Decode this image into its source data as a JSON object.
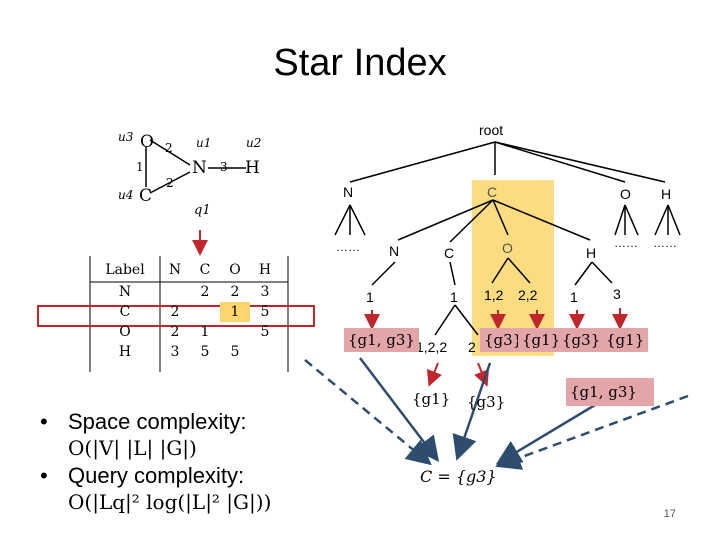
{
  "title": "Star Index",
  "query_graph": {
    "vertex_ids": [
      "u3",
      "u1",
      "u2",
      "u4"
    ],
    "vertex_labels": [
      "O",
      "N",
      "H",
      "C"
    ],
    "edge_labels": [
      "2",
      "1",
      "3",
      "2"
    ],
    "graph_name": "q1"
  },
  "label_table": {
    "header": [
      "Label",
      "N",
      "C",
      "O",
      "H"
    ],
    "rows": [
      [
        "N",
        "",
        "2",
        "2",
        "3"
      ],
      [
        "C",
        "2",
        "",
        "1",
        "5"
      ],
      [
        "O",
        "2",
        "1",
        "",
        "5"
      ],
      [
        "H",
        "3",
        "5",
        "5",
        ""
      ]
    ]
  },
  "tree": {
    "root": "root",
    "level1": [
      "N",
      "C",
      "O",
      "H"
    ],
    "ellipsis": "……",
    "level2": [
      "N",
      "C",
      "O",
      "H"
    ],
    "level3": [
      "1",
      "1",
      "1,2",
      "2,2",
      "1",
      "3"
    ],
    "level4": [
      "1,2,2",
      "2"
    ],
    "sets": {
      "s1": "{g1, g3}",
      "s2": "{g3}",
      "s3": "{g1}",
      "s4": "{g3}",
      "s5": "{g1}",
      "s6": "{g1}",
      "s7": "{g3}",
      "s8": "{g1, g3}"
    },
    "result": "C = {g3}"
  },
  "bullets": [
    {
      "text": "Space complexity:",
      "formula": "O(|V| |L| |G|)"
    },
    {
      "text": "Query complexity:",
      "formula": "O(|Lq|² log(|L|² |G|))"
    }
  ],
  "colors": {
    "highlight": "#fbd66b",
    "set_box": "#e2a5a8",
    "arrow_red": "#c0272d",
    "arrow_blue": "#2e4d6e"
  },
  "slide_number": "17"
}
